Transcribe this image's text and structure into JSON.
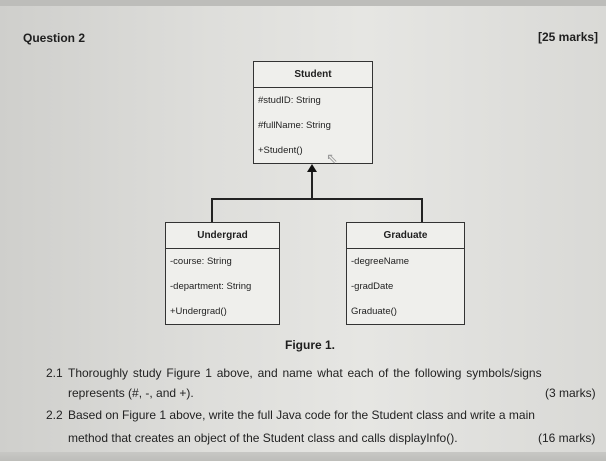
{
  "header": {
    "question": "Question 2",
    "marks": "[25 marks]"
  },
  "diagram": {
    "student": {
      "name": "Student",
      "rows": [
        "#studID: String",
        "#fullName: String",
        "+Student()"
      ]
    },
    "undergrad": {
      "name": "Undergrad",
      "rows": [
        "-course: String",
        "-department: String",
        "+Undergrad()"
      ]
    },
    "graduate": {
      "name": "Graduate",
      "rows": [
        "-degreeName",
        "-gradDate",
        "Graduate()"
      ]
    },
    "caption": "Figure 1."
  },
  "questions": [
    {
      "num": "2.1",
      "line1": "Thoroughly study Figure 1 above, and name what each of the following symbols/signs",
      "line2": "represents (#, -, and +).",
      "marks": "(3 marks)"
    },
    {
      "num": "2.2",
      "line1": "Based on Figure 1 above, write the full Java code for the Student class and write a main",
      "line2": "method that creates an object of the Student class and calls displayInfo().",
      "marks": "(16 marks)"
    }
  ]
}
